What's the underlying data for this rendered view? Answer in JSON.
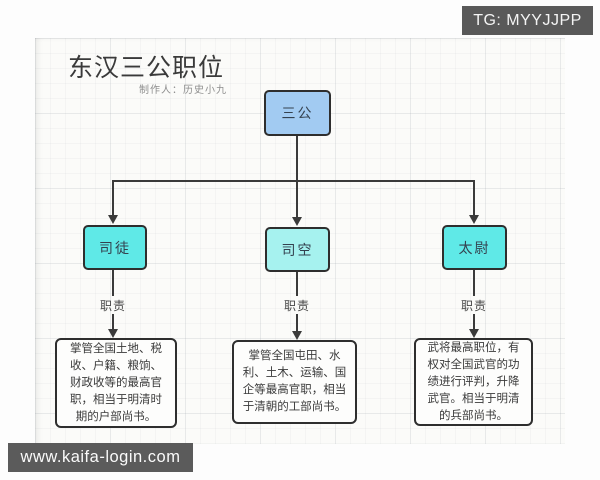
{
  "overlays": {
    "tg_badge": "TG: MYYJJPP",
    "watermark": "www.kaifa-login.com"
  },
  "diagram": {
    "title": "东汉三公职位",
    "subtitle": "制作人：历史小九",
    "edge_label": "职责",
    "root": {
      "label": "三公",
      "fill": "#a2cbf2"
    },
    "positions": [
      {
        "label": "司徒",
        "fill": "#5fe9e7",
        "duty": "掌管全国土地、税\n收、户籍、粮饷、\n财政收等的最高官\n职，相当于明清时\n期的户部尚书。"
      },
      {
        "label": "司空",
        "fill": "#a6f2ef",
        "duty": "掌管全国屯田、水\n利、土木、运输、国\n企等最高官职，相当\n于清朝的工部尚书。"
      },
      {
        "label": "太尉",
        "fill": "#5fe9e7",
        "duty": "武将最高职位，有\n权对全国武官的功\n绩进行评判，升降\n武官。相当于明清\n的兵部尚书。"
      }
    ],
    "colors": {
      "border": "#2e2e2e",
      "line": "#3a3a3a"
    }
  }
}
